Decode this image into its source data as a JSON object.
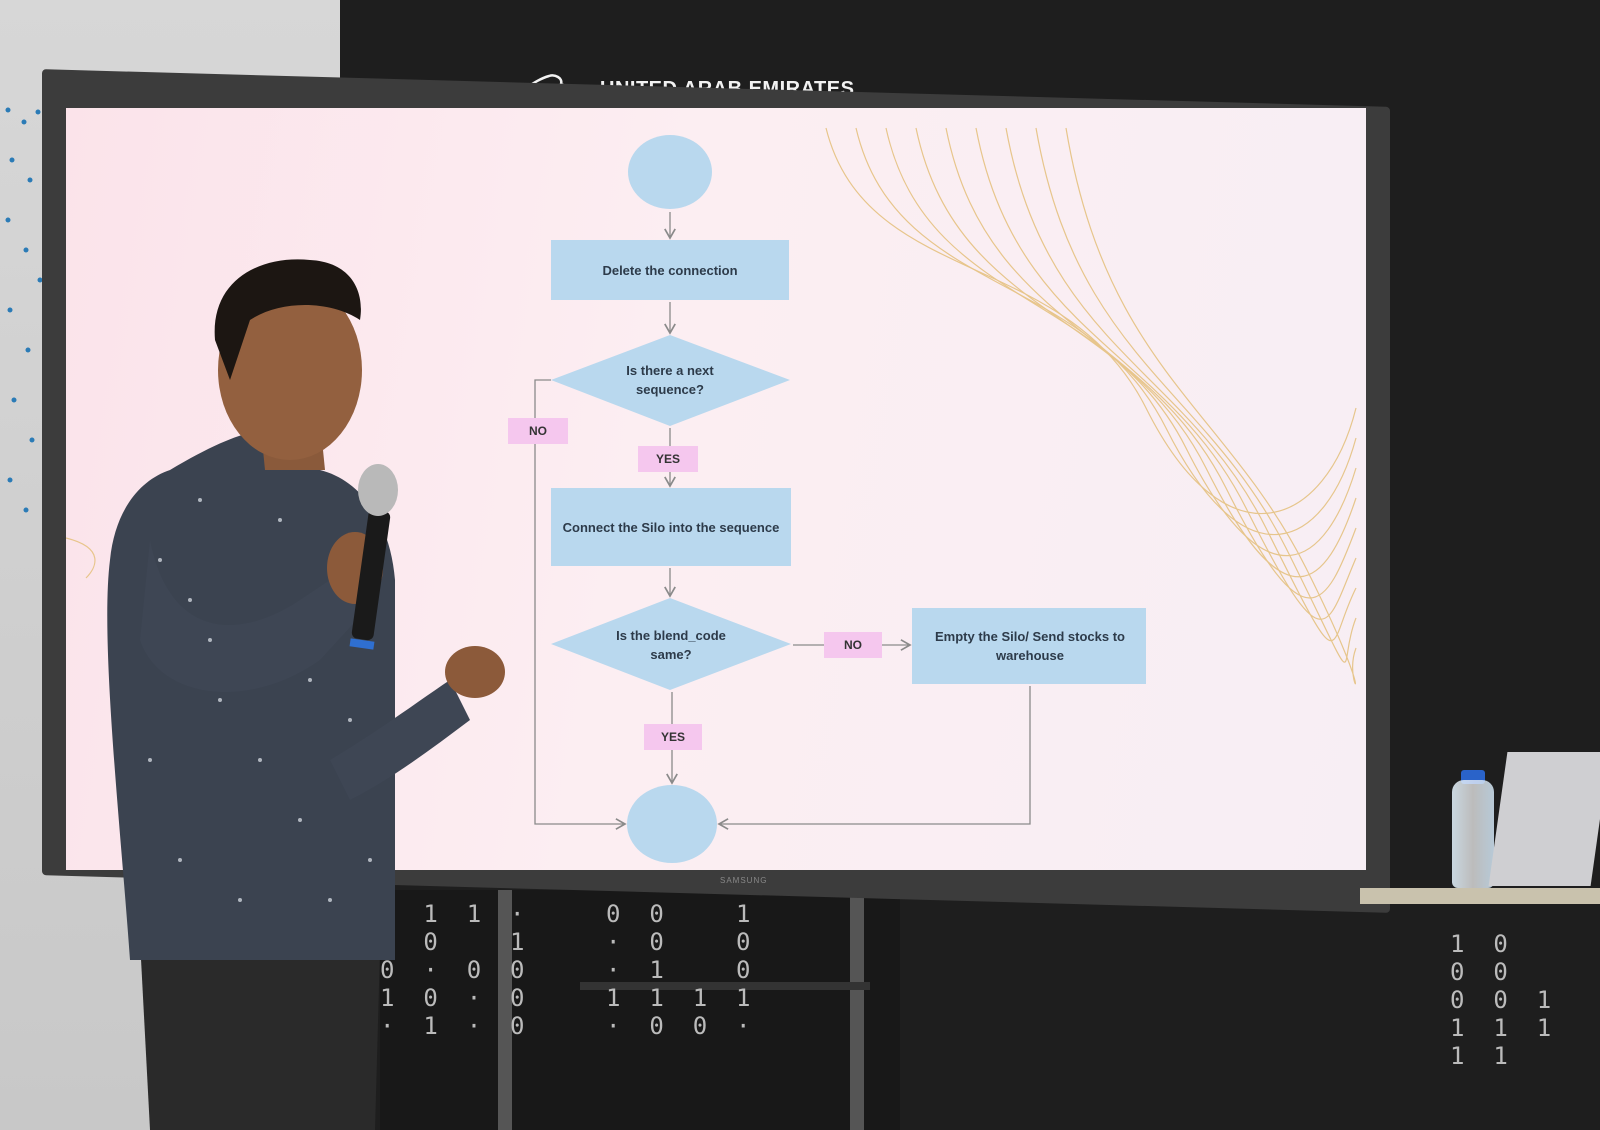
{
  "scene": {
    "signage": "UNITED ARAB EMIRATES",
    "tv_brand": "SAMSUNG",
    "binary_rows_left": [
      "0  1  1  ·",
      "0  0     1",
      "0  ·  0  0",
      "1  0  ·  0",
      "·  1  ·  0"
    ],
    "binary_rows_mid": [
      "0  0     1",
      "·  0     0",
      "·  1     0",
      "1  1  1  1",
      "·  0  0  ·"
    ],
    "binary_rows_right": [
      "1  0",
      "0  0",
      "0  0  1",
      "1  1  1",
      "1  1"
    ]
  },
  "flowchart": {
    "start_node": "",
    "step_delete": "Delete the connection",
    "decision_next": "Is there a next sequence?",
    "label_no_left": "NO",
    "label_yes_1": "YES",
    "step_connect": "Connect the Silo into the sequence",
    "decision_blend": "Is the blend_code same?",
    "label_no_right": "NO",
    "step_empty": "Empty the Silo/ Send stocks to warehouse",
    "label_yes_2": "YES",
    "end_node": ""
  },
  "colors": {
    "node_fill": "#b9d8ee",
    "label_fill": "#f5c7ee",
    "arrow": "#8a8a8a",
    "screen_bg": "#fbe8ee"
  }
}
